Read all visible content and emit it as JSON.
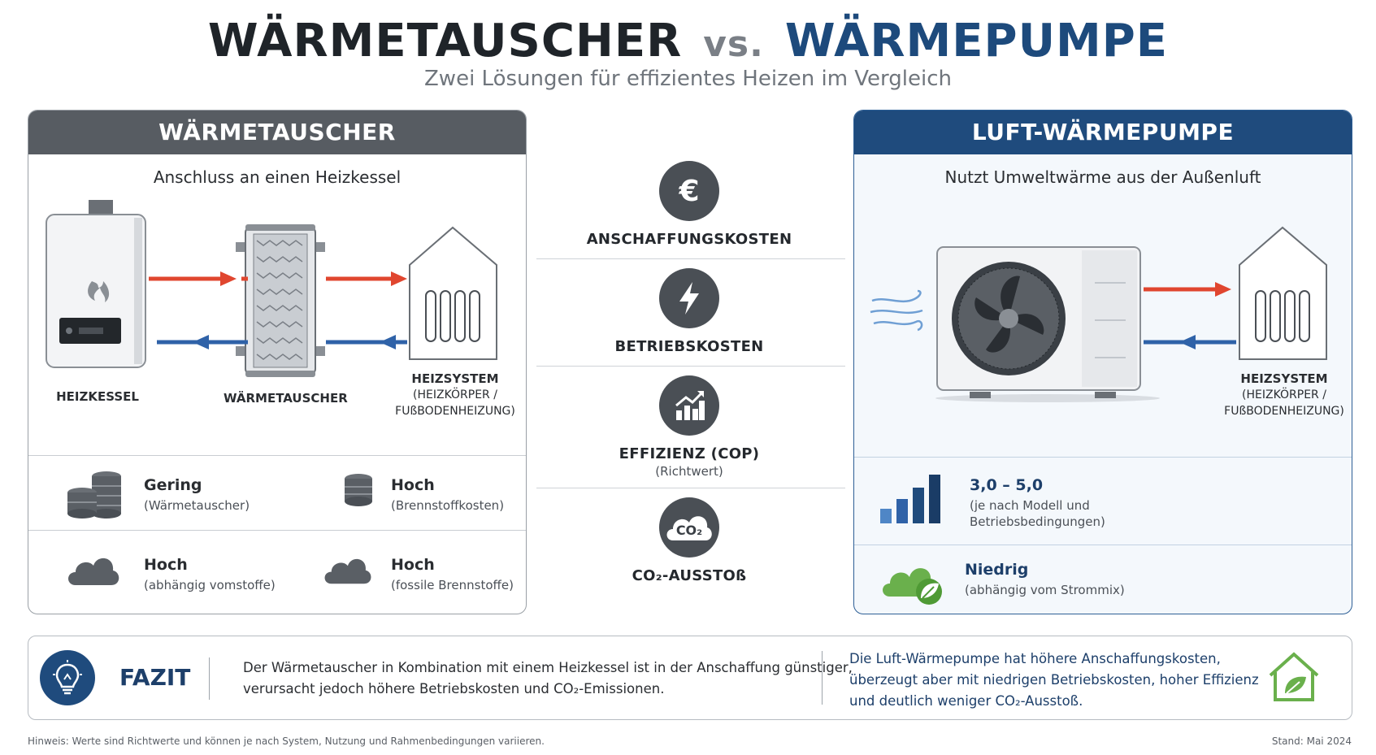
{
  "header": {
    "title_left": "WÄRMETAUSCHER",
    "title_vs": "vs.",
    "title_right": "WÄRMEPUMPE",
    "subtitle": "Zwei Lösungen für effizientes Heizen im Vergleich"
  },
  "left_panel": {
    "heading": "WÄRMETAUSCHER",
    "subheading": "Anschluss an einen Heizkessel",
    "labels": {
      "boiler": "HEIZKESSEL",
      "exchanger": "WÄRMETAUSCHER",
      "heating_title": "HEIZSYSTEM",
      "heating_sub1": "(HEIZKÖRPER /",
      "heating_sub2": "FUßBODENHEIZUNG)"
    },
    "metrics": {
      "cost_value": "Gering",
      "cost_note": "(Wärmetauscher)",
      "operating_value": "Hoch",
      "operating_note": "(Brennstoffkosten)",
      "co2_value": "Hoch",
      "co2_note": "(abhängig vomstoffe)",
      "co2b_value": "Hoch",
      "co2b_note": "(fossile Brennstoffe)"
    },
    "colors": {
      "header": "#575c62",
      "hot": "#e0462f",
      "cold": "#2f62a8"
    }
  },
  "middle": {
    "items": [
      {
        "icon": "euro-icon",
        "label": "ANSCHAFFUNGSKOSTEN",
        "sub": ""
      },
      {
        "icon": "lightning-icon",
        "label": "BETRIEBSKOSTEN",
        "sub": ""
      },
      {
        "icon": "rising-bars-icon",
        "label": "EFFIZIENZ (COP)",
        "sub": "(Richtwert)"
      },
      {
        "icon": "co2-cloud-icon",
        "label": "CO₂-AUSSTOß",
        "sub": ""
      }
    ],
    "co2_badge": "CO₂"
  },
  "right_panel": {
    "heading": "LUFT-WÄRMEPUMPE",
    "subheading": "Nutzt Umweltwärme aus der Außenluft",
    "labels": {
      "heating_title": "HEIZSYSTEM",
      "heating_sub1": "(HEIZKÖRPER /",
      "heating_sub2": "FUßBODENHEIZUNG)"
    },
    "metrics": {
      "cop_value": "3,0 – 5,0",
      "cop_note1": "(je nach Modell und",
      "cop_note2": "Betriebsbedingungen)",
      "co2_value": "Niedrig",
      "co2_note": "(abhängig vom Strommix)"
    },
    "colors": {
      "header": "#1f4b7d",
      "accent": "#1d3f6a",
      "eco": "#6ab04c"
    }
  },
  "fazit": {
    "title": "FAZIT",
    "left_line1": "Der Wärmetauscher in Kombination mit einem Heizkessel ist in der Anschaffung günstiger,",
    "left_line2": "verursacht jedoch höhere Betriebskosten und CO₂-Emissionen.",
    "right_line1": "Die Luft-Wärmepumpe hat höhere Anschaffungskosten,",
    "right_line2": "überzeugt aber mit niedrigen Betriebskosten, hoher Effizienz",
    "right_line3": "und deutlich weniger CO₂-Ausstoß."
  },
  "footer": {
    "note": "Hinweis: Werte sind Richtwerte und können je nach System, Nutzung und Rahmenbedingungen variieren.",
    "date": "Stand: Mai 2024"
  }
}
